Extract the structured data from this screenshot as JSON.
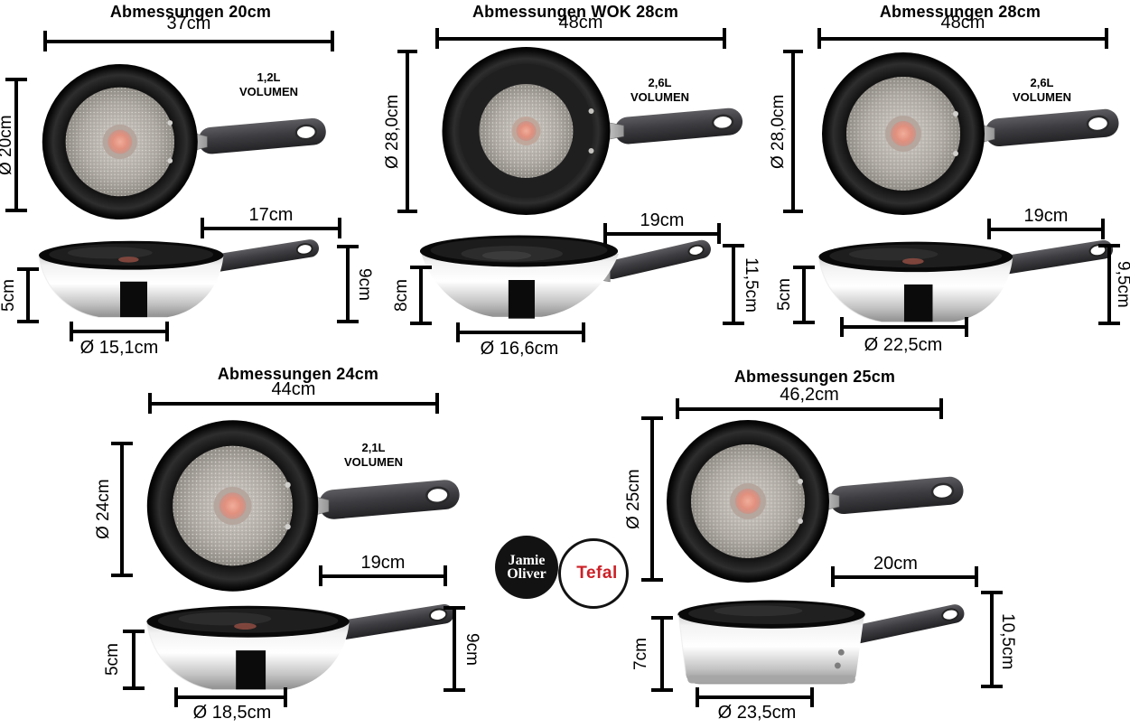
{
  "image_type": "product-dimensions-diagram",
  "brand": {
    "jamie_oliver_line1": "Jamie",
    "jamie_oliver_line2": "Oliver",
    "tefal": "Tefal",
    "tefal_red": "#cc2027",
    "line_color": "#000000"
  },
  "panels": [
    {
      "title": "Abmessungen 20cm",
      "overall_width": "37cm",
      "diameter": "Ø 20cm",
      "volume": "1,2L",
      "volume_word": "VOLUMEN",
      "handle_length": "17cm",
      "total_height": "9cm",
      "body_height": "5cm",
      "base_diameter": "Ø 15,1cm"
    },
    {
      "title": "Abmessungen WOK 28cm",
      "overall_width": "48cm",
      "diameter": "Ø 28,0cm",
      "volume": "2,6L",
      "volume_word": "VOLUMEN",
      "handle_length": "19cm",
      "total_height": "11,5cm",
      "body_height": "8cm",
      "base_diameter": "Ø 16,6cm"
    },
    {
      "title": "Abmessungen 28cm",
      "overall_width": "48cm",
      "diameter": "Ø 28,0cm",
      "volume": "2,6L",
      "volume_word": "VOLUMEN",
      "handle_length": "19cm",
      "total_height": "9,5cm",
      "body_height": "5cm",
      "base_diameter": "Ø 22,5cm"
    },
    {
      "title": "Abmessungen 24cm",
      "overall_width": "44cm",
      "diameter": "Ø 24cm",
      "volume": "2,1L",
      "volume_word": "VOLUMEN",
      "handle_length": "19cm",
      "total_height": "9cm",
      "body_height": "5cm",
      "base_diameter": "Ø 18,5cm"
    },
    {
      "title": "Abmessungen 25cm",
      "overall_width": "46,2cm",
      "diameter": "Ø 25cm",
      "handle_length": "20cm",
      "total_height": "10,5cm",
      "body_height": "7cm",
      "base_diameter": "Ø 23,5cm"
    }
  ]
}
